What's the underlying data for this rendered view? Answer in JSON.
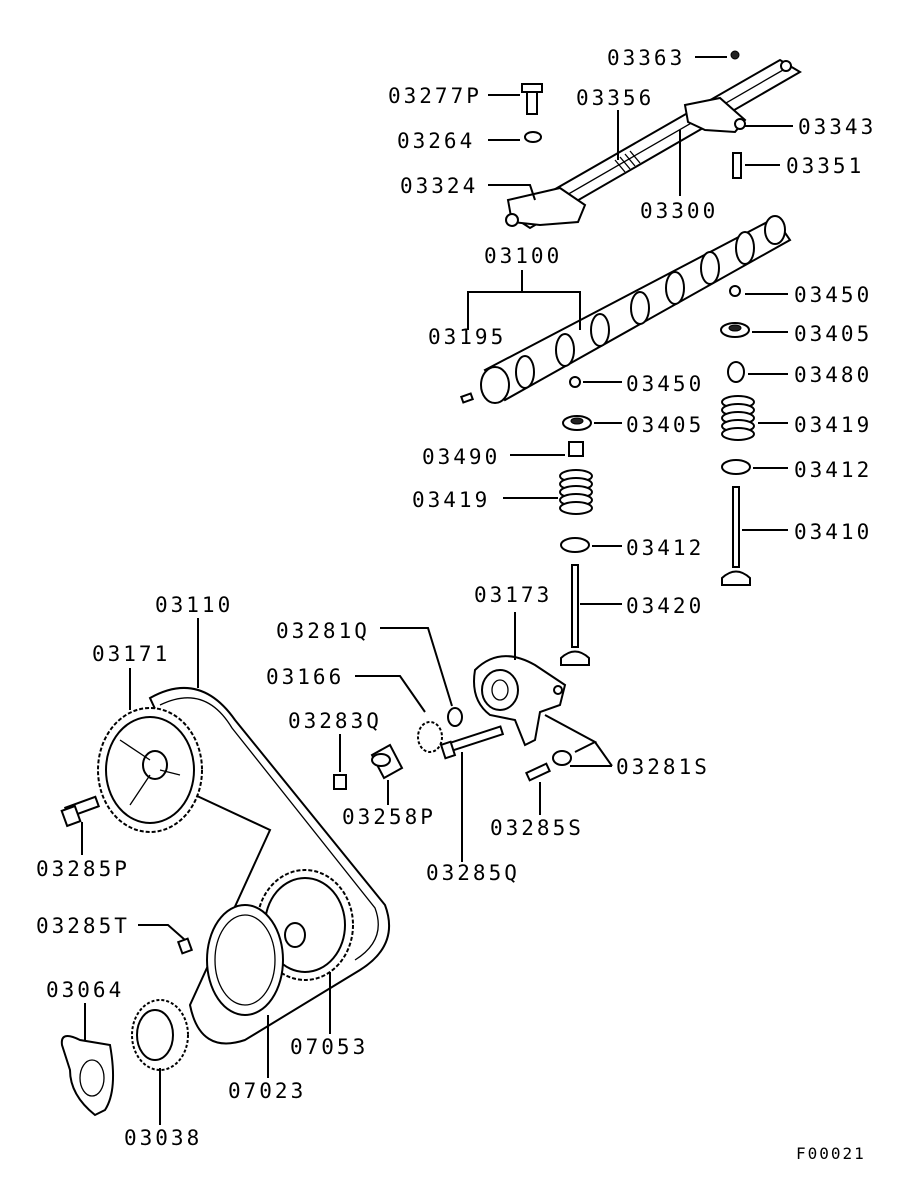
{
  "labels": {
    "p03363": "03363",
    "p03277P": "03277P",
    "p03356": "03356",
    "p03343": "03343",
    "p03264": "03264",
    "p03351": "03351",
    "p03324": "03324",
    "p03300": "03300",
    "p03100": "03100",
    "p03450a": "03450",
    "p03195": "03195",
    "p03405a": "03405",
    "p03480": "03480",
    "p03450b": "03450",
    "p03405b": "03405",
    "p03419a": "03419",
    "p03490": "03490",
    "p03412a": "03412",
    "p03419b": "03419",
    "p03410": "03410",
    "p03412b": "03412",
    "p03173": "03173",
    "p03420": "03420",
    "p03110": "03110",
    "p03281Q": "03281Q",
    "p03171": "03171",
    "p03166": "03166",
    "p03283Q": "03283Q",
    "p03281S": "03281S",
    "p03258P": "03258P",
    "p03285S": "03285S",
    "p03285P": "03285P",
    "p03285Q": "03285Q",
    "p03285T": "03285T",
    "p03064": "03064",
    "p07053": "07053",
    "p07023": "07023",
    "p03038": "03038"
  },
  "figure_code": "F00021"
}
